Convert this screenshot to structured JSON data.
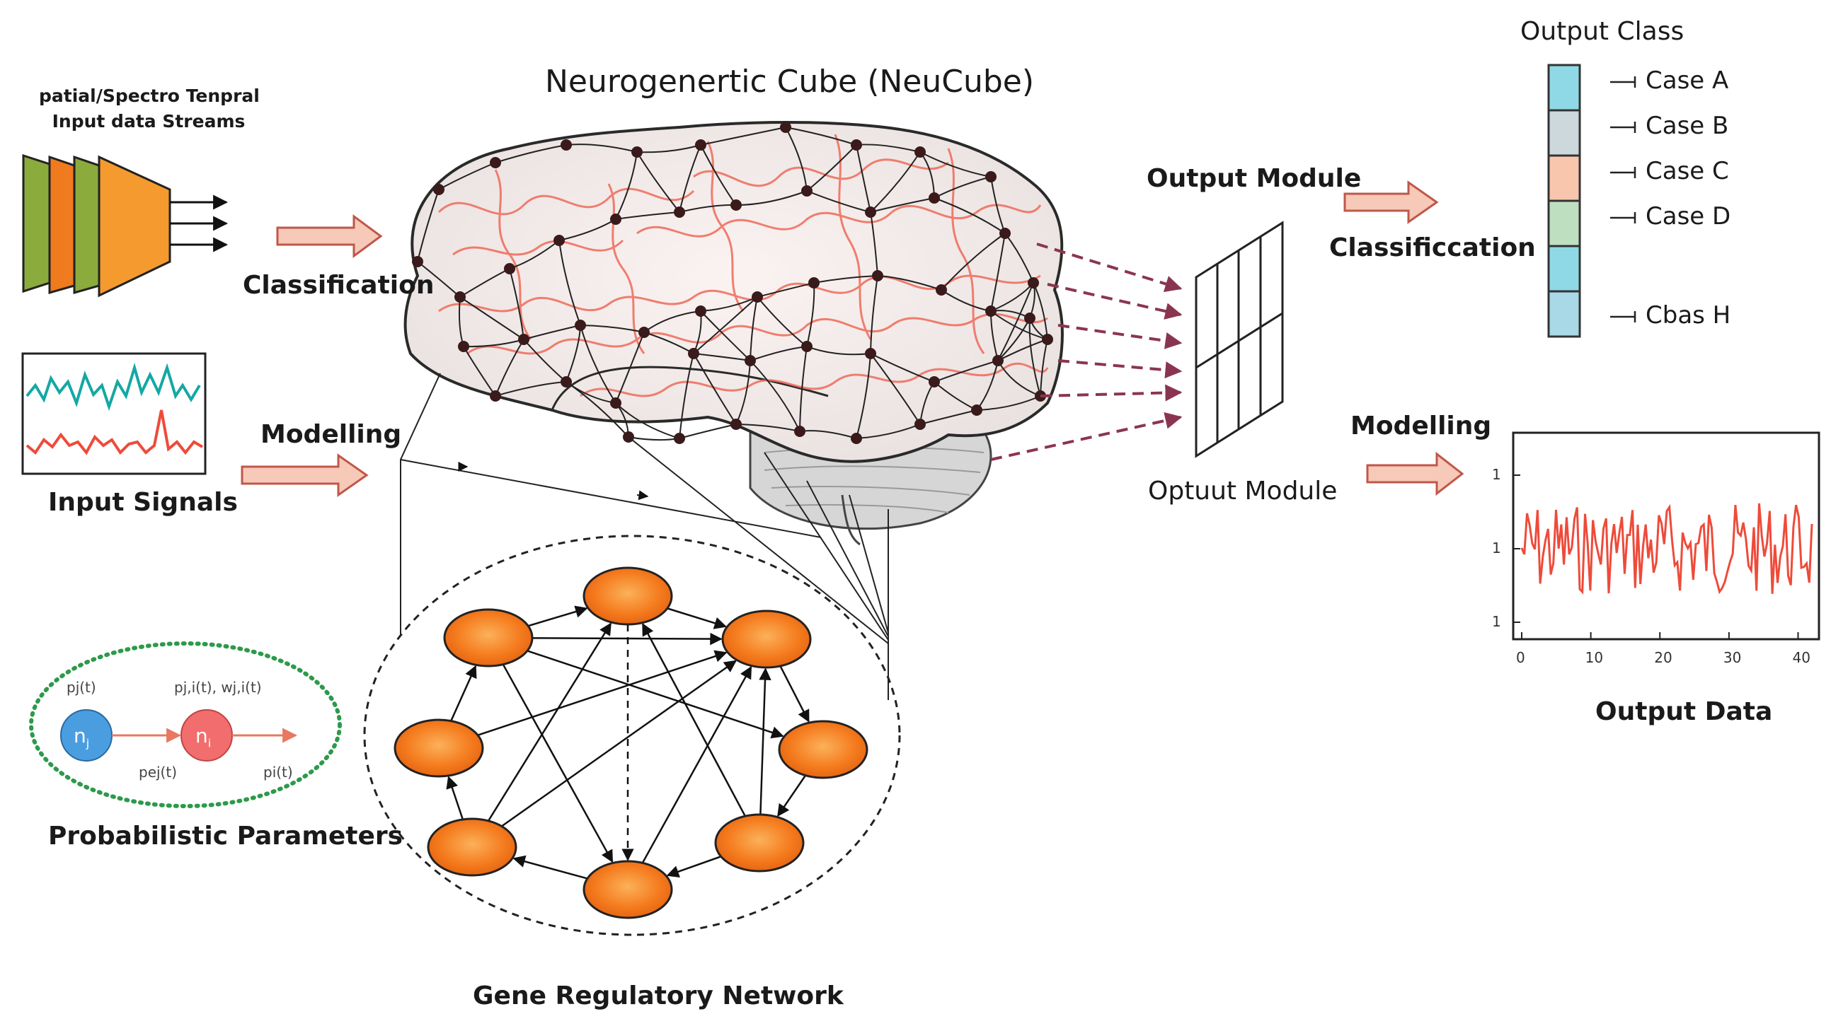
{
  "title": "Neurogenertic Cube  (NeuCube)",
  "input": {
    "streams_line1": "patial/Spectro Tenpral",
    "streams_line2": "Input data Streams",
    "signals_label": "Input Signals"
  },
  "left_flow": {
    "classification_label": "Classification",
    "modelling_label": "Modelling"
  },
  "probabilistic": {
    "label": "Probabilistic Parameters",
    "node_j": "n",
    "node_j_sub": "j",
    "node_i": "n",
    "node_i_sub": "i",
    "param_top_left": "pj(t)",
    "param_top_mid": "pj,i(t), wj,i(t)",
    "param_bottom_mid": "pej(t)",
    "param_bottom_right": "pi(t)"
  },
  "gene_network": {
    "label": "Gene Regulatory Network"
  },
  "output_module": {
    "title": "Output Module",
    "subtitle": "Optuut Module"
  },
  "right_flow": {
    "classification_label": "Classificcation",
    "modelling_label": "Modelling"
  },
  "output_class": {
    "title": "Output Class",
    "cases": [
      {
        "label": "Case A",
        "color": "#8fd9e6"
      },
      {
        "label": "Case B",
        "color": "#cdd8dc"
      },
      {
        "label": "Case C",
        "color": "#f7c6ac"
      },
      {
        "label": "Case D",
        "color": "#bfe0c0"
      },
      {
        "label": "",
        "color": "#8fd9e6"
      },
      {
        "label": "Cbas H",
        "color": "#a9d8e6"
      }
    ]
  },
  "output_data": {
    "label": "Output Data",
    "chart_data": {
      "type": "line",
      "x_ticks": [
        "0",
        "10",
        "20",
        "30",
        "40"
      ],
      "y_ticks": [
        "1",
        "1",
        "1"
      ],
      "xlim": [
        0,
        42
      ],
      "color": "#ee4b3a"
    }
  },
  "colors": {
    "arrow_fill": "#f6c9b8",
    "arrow_stroke": "#c0574a",
    "gene_node": "#f57c1f",
    "vessel": "#ef6a5a",
    "dashed_arrow": "#8a3550"
  }
}
